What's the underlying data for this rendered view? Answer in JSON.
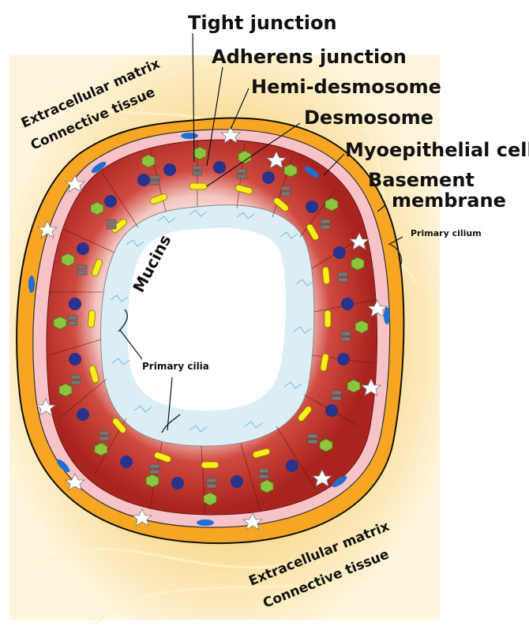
{
  "labels": {
    "tight_junction": "Tight junction",
    "adherens_junction": "Adherens junction",
    "hemi_desmosome": "Hemi-desmosome",
    "desmosome": "Desmosome",
    "myoepithelial_cell": "Myoepithelial cell",
    "basement_line1": "Basement",
    "basement_line2": "membrane",
    "primary_cilium": "Primary cilium",
    "mucins": "Mucins",
    "primary_cilia": "Primary cilia",
    "ecm_top_line1": "Extracellular matrix",
    "ecm_top_line2": "Connective tissue",
    "ecm_bottom_line1": "Extracellular matrix",
    "ecm_bottom_line2": "Connective tissue"
  },
  "colors": {
    "background_glow": "#f7d27a",
    "basement_membrane": "#f6a623",
    "myoepithelial_layer": "#f7c3c8",
    "epithelium_outer": "#b8302a",
    "epithelium_inner": "#ffffff",
    "lumen": "#dbeef6",
    "desmosome": "#f7ef1a",
    "adherens": "#8cc63f",
    "nucleus": "#27338c",
    "tight_junction": "#777777",
    "hemi_desmosome": "#ffffff",
    "myoepithelial_nucleus": "#1f6fd1"
  }
}
